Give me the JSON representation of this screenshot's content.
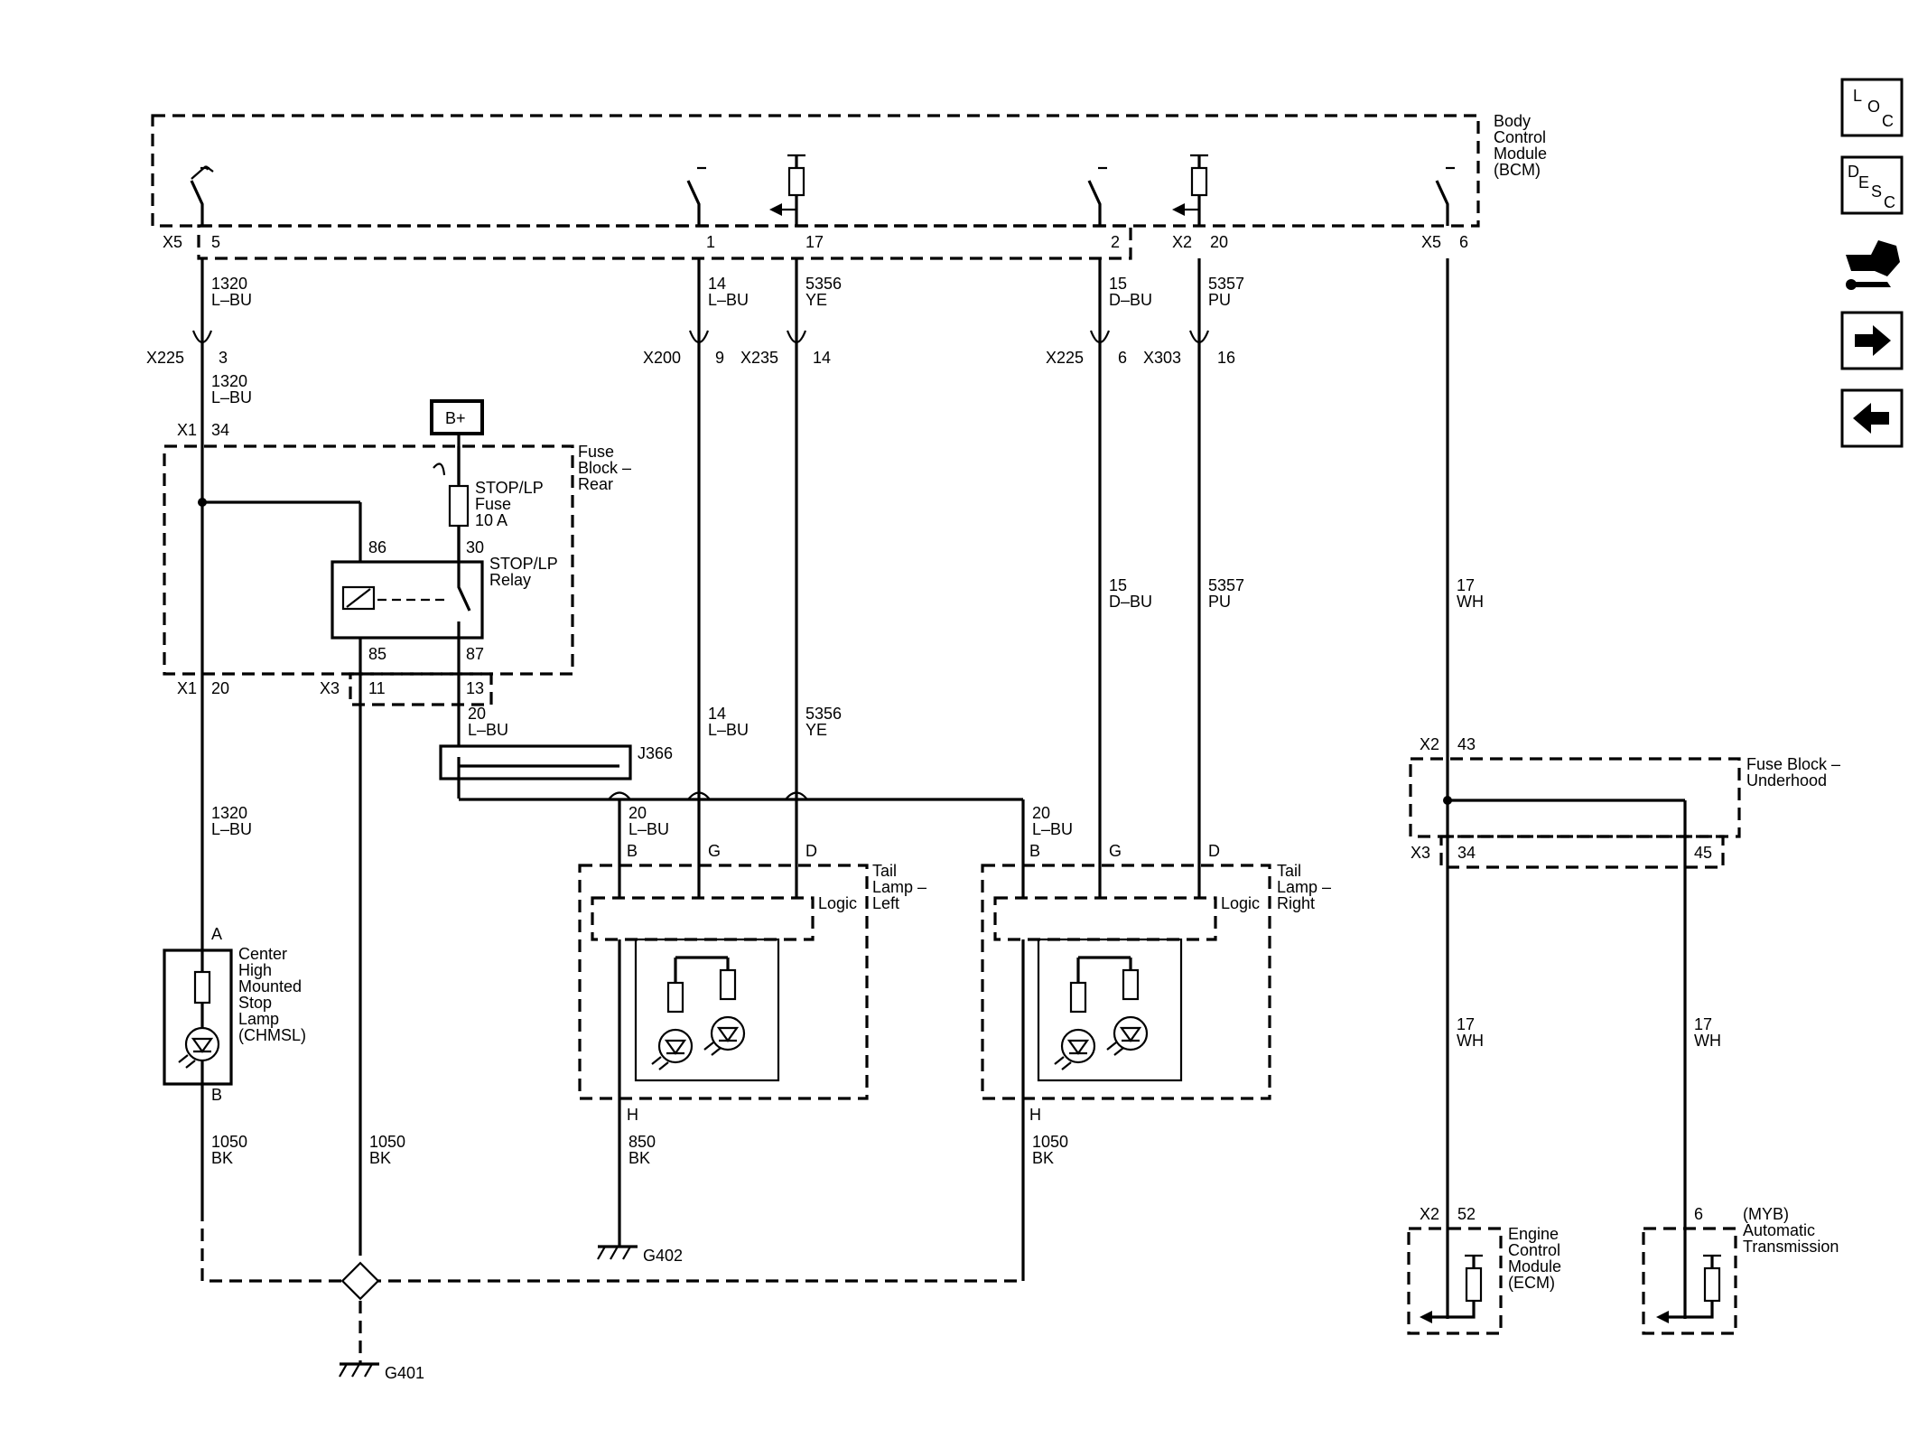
{
  "bcm": {
    "label": [
      "Body",
      "Control",
      "Module",
      "(BCM)"
    ]
  },
  "pins": {
    "x5": "X5",
    "p5": "5",
    "p1": "1",
    "p17": "17",
    "p2": "2",
    "x2": "X2",
    "p20": "20",
    "x5b": "X5",
    "p6": "6"
  },
  "wires": {
    "w1320a": [
      "1320",
      "L–BU"
    ],
    "w14a": [
      "14",
      "L–BU"
    ],
    "w5356a": [
      "5356",
      "YE"
    ],
    "w15a": [
      "15",
      "D–BU"
    ],
    "w5357a": [
      "5357",
      "PU"
    ],
    "w1320b": [
      "1320",
      "L–BU"
    ],
    "w15b": [
      "15",
      "D–BU"
    ],
    "w5357b": [
      "5357",
      "PU"
    ],
    "w17a": [
      "17",
      "WH"
    ],
    "w20a": [
      "20",
      "L–BU"
    ],
    "w14b": [
      "14",
      "L–BU"
    ],
    "w5356b": [
      "5356",
      "YE"
    ],
    "w1320c": [
      "1320",
      "L–BU"
    ],
    "w20b": [
      "20",
      "L–BU"
    ],
    "w20c": [
      "20",
      "L–BU"
    ],
    "w17b": [
      "17",
      "WH"
    ],
    "w17c": [
      "17",
      "WH"
    ],
    "w1050a": [
      "1050",
      "BK"
    ],
    "w1050b": [
      "1050",
      "BK"
    ],
    "w850": [
      "850",
      "BK"
    ],
    "w1050c": [
      "1050",
      "BK"
    ]
  },
  "inline": {
    "x225a": "X225",
    "p3": "3",
    "x200": "X200",
    "p9": "9",
    "x235": "X235",
    "p14": "14",
    "x225b": "X225",
    "p6b": "6",
    "x303": "X303",
    "p16": "16"
  },
  "fuseblock_rear": {
    "label": [
      "Fuse",
      "Block –",
      "Rear"
    ],
    "x1": "X1",
    "p34": "34",
    "bplus": "B+",
    "fuse": [
      "STOP/LP",
      "Fuse",
      "10 A"
    ],
    "relay": [
      "STOP/LP",
      "Relay"
    ],
    "p86": "86",
    "p30": "30",
    "p85": "85",
    "p87": "87",
    "x1b": "X1",
    "p20": "20",
    "x3": "X3",
    "p11": "11",
    "p13": "13"
  },
  "splice": {
    "j366": "J366"
  },
  "tail_left": {
    "label": [
      "Tail",
      "Lamp –",
      "Left"
    ],
    "logic": "Logic",
    "pB": "B",
    "pG": "G",
    "pD": "D",
    "pH": "H"
  },
  "tail_right": {
    "label": [
      "Tail",
      "Lamp –",
      "Right"
    ],
    "logic": "Logic",
    "pB": "B",
    "pG": "G",
    "pD": "D",
    "pH": "H"
  },
  "chmsl": {
    "label": [
      "Center",
      "High",
      "Mounted",
      "Stop",
      "Lamp",
      "(CHMSL)"
    ],
    "pA": "A",
    "pB": "B"
  },
  "fuseblock_under": {
    "label": [
      "Fuse Block –",
      "Underhood"
    ],
    "x2": "X2",
    "p43": "43",
    "x3": "X3",
    "p34": "34",
    "p45": "45"
  },
  "ecm": {
    "label": [
      "Engine",
      "Control",
      "Module",
      "(ECM)"
    ],
    "x2": "X2",
    "p52": "52"
  },
  "tcm": {
    "label": [
      "(MYB)",
      "Automatic",
      "Transmission"
    ],
    "p6": "6"
  },
  "grounds": {
    "g401": "G401",
    "g402": "G402"
  },
  "nav": {
    "loc": [
      "L",
      "O",
      "C"
    ],
    "desc": [
      "D",
      "E",
      "S",
      "C"
    ],
    "icons": [
      "harness-tool-icon",
      "arrow-right-icon",
      "arrow-left-icon"
    ]
  }
}
